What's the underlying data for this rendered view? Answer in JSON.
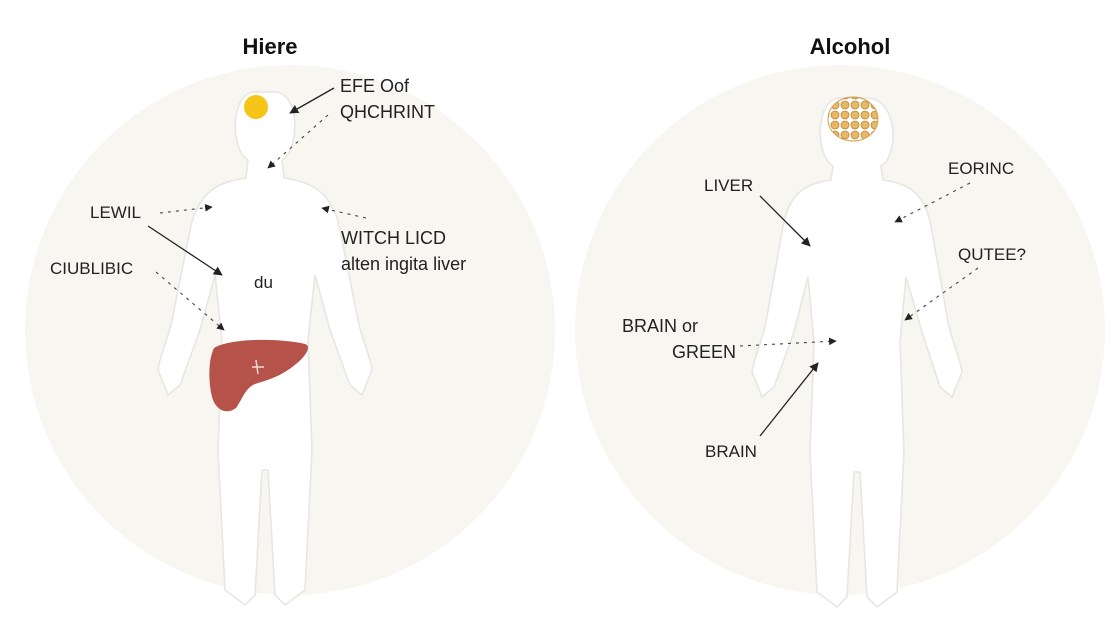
{
  "left_panel": {
    "title": "Hiere",
    "labels": {
      "top_line1": "EFE Oof",
      "top_line2": "QHCHRINT",
      "lewil": "LEWIL",
      "ciublibic": "CIUBLIBIC",
      "witch_lincd": "WITCH LICD",
      "alten": "alten ingita liver",
      "du": "du"
    },
    "colors": {
      "head_dot": "#f5c518",
      "liver": "#b5524a"
    }
  },
  "right_panel": {
    "title": "Alcohol",
    "labels": {
      "liver": "LIVER",
      "eorinc": "EORINC",
      "qutee": "QUTEE?",
      "brain_or": "BRAIN or",
      "green": "GREEN",
      "brain": "BRAIN"
    },
    "colors": {
      "brain_blob": "#e2b25c"
    }
  },
  "colors": {
    "circle_bg": "#f7f6f1",
    "body_stroke": "#e8e6e1"
  }
}
